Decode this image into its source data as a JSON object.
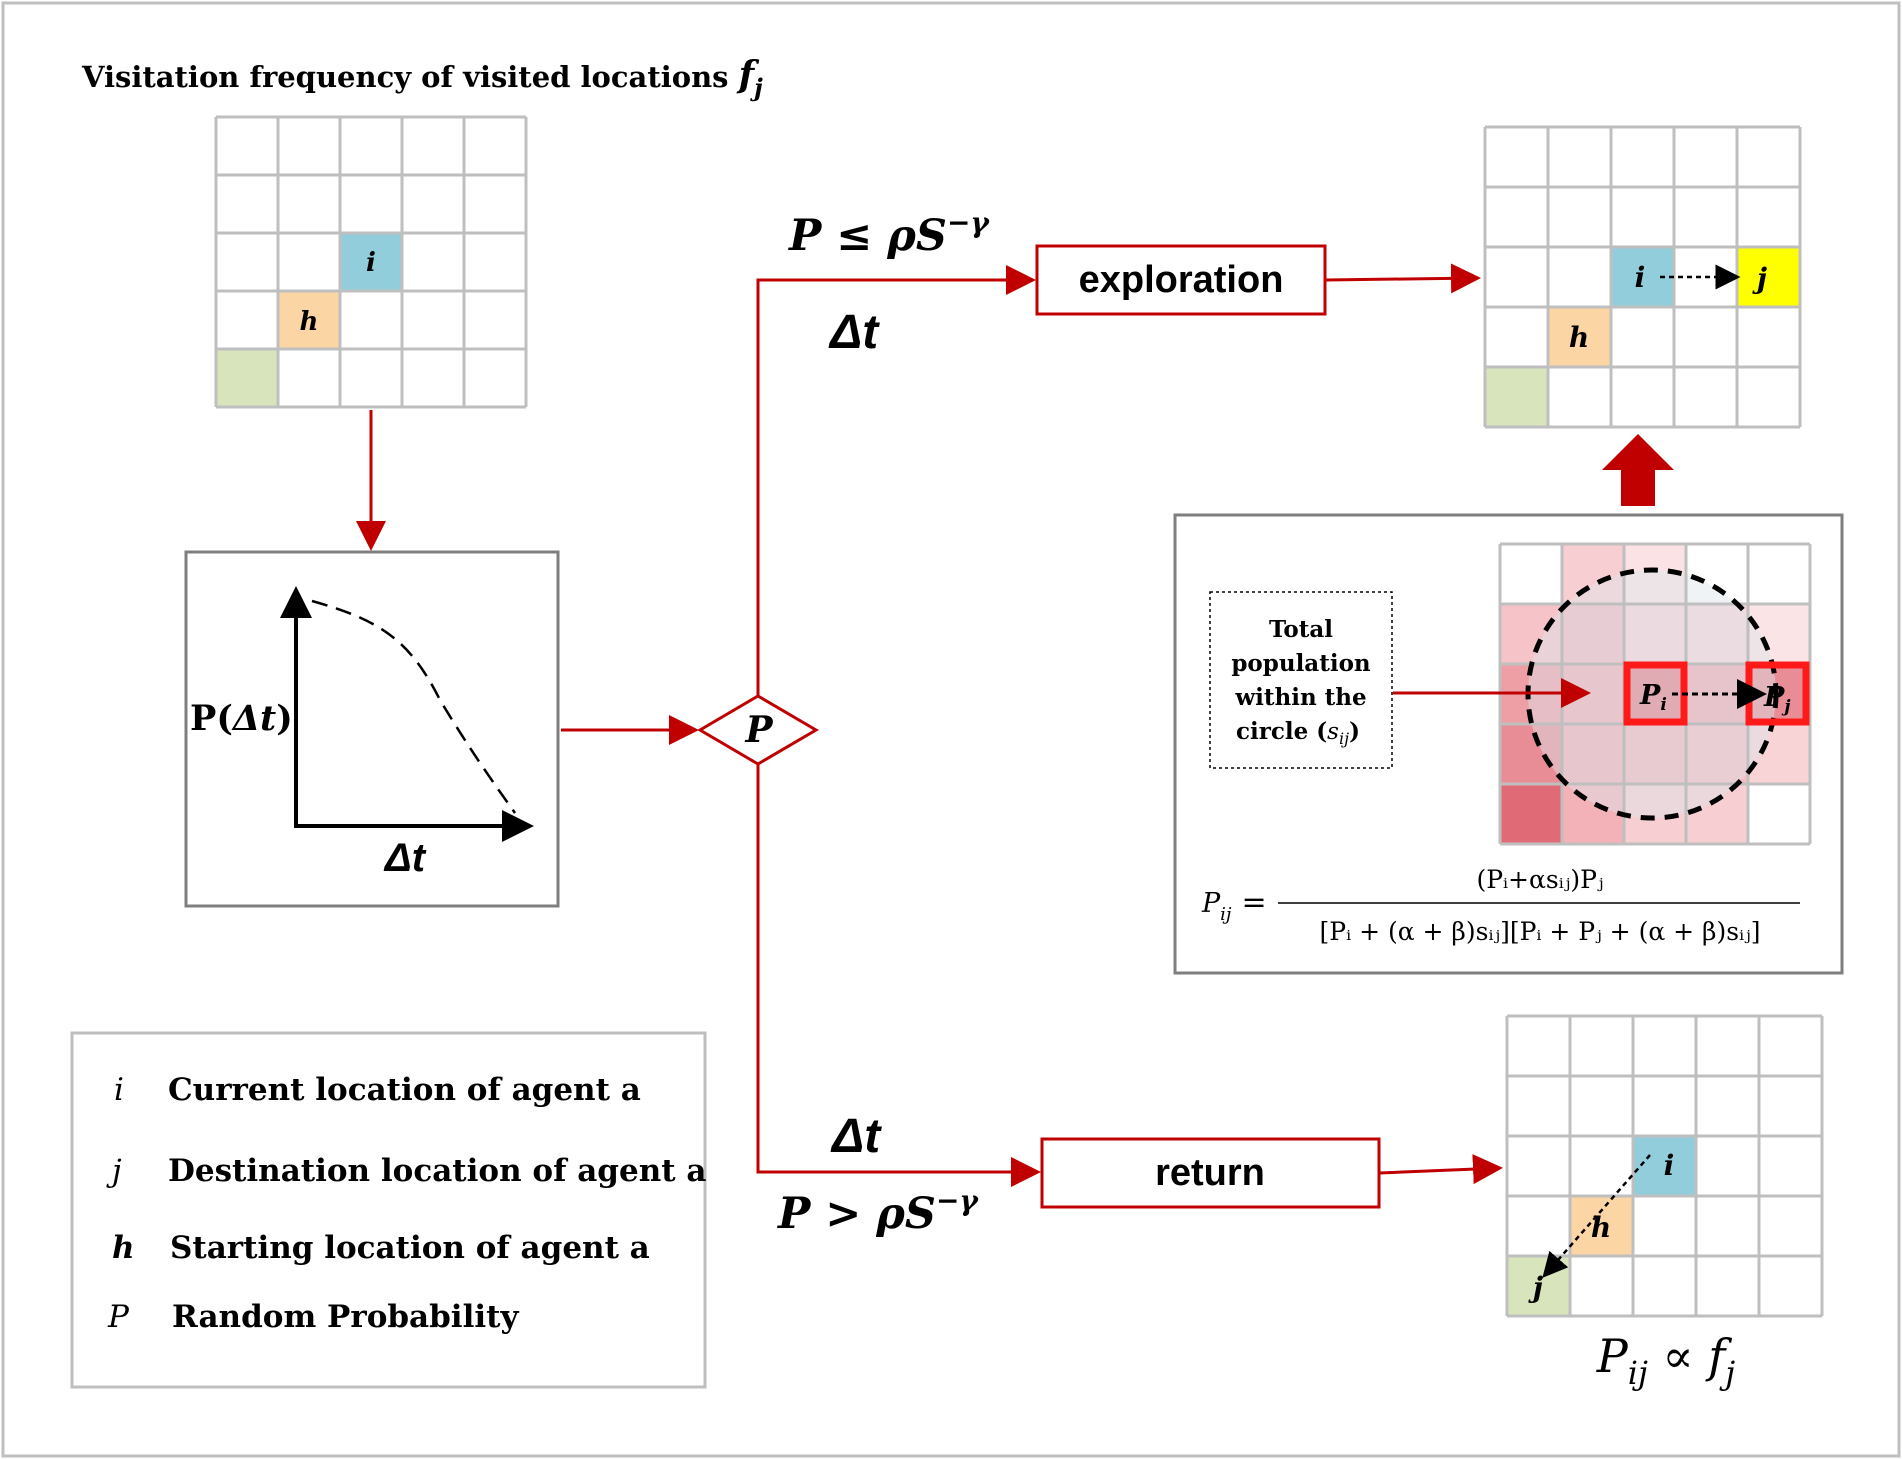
{
  "colors": {
    "red": "#c00000",
    "grid_line": "#bfbfbf",
    "box_border": "#7f7f7f",
    "blue_cell": "#92cddc",
    "orange_cell": "#fcd5a4",
    "green_cell": "#d7e4bc",
    "yellow_cell": "#ffff00",
    "highlight_red": "#ff1a1a"
  },
  "top_grid": {
    "title_text": "Visitation frequency of visited locations ",
    "title_symbol": "f",
    "title_subscript": "j",
    "label_i": "i",
    "label_h": "h"
  },
  "decay_chart": {
    "y_label": "P(",
    "y_label_symbol": "Δt",
    "y_label_close": ")",
    "x_label": "Δt"
  },
  "decision": {
    "label": "P"
  },
  "exploration_branch": {
    "condition_main": "P ≤ ρS",
    "condition_exponent": "−γ",
    "time_label": "Δt",
    "box_label": "exploration",
    "grid_label_i": "i",
    "grid_label_j": "j",
    "grid_label_h": "h"
  },
  "population_panel": {
    "note_lines": [
      "Total",
      "population",
      "within the",
      "circle ("
    ],
    "note_symbol": "s",
    "note_subscript": "ij",
    "note_close": ")",
    "label_Pi": "P",
    "label_Pi_sub": "i",
    "label_Pj": "P",
    "label_Pj_sub": "j",
    "formula_lhs": "P",
    "formula_lhs_sub": "ij",
    "formula_eq": "=",
    "formula_numerator": "(Pᵢ+αsᵢⱼ)Pⱼ",
    "formula_denominator": "[Pᵢ + (α + β)sᵢⱼ][Pᵢ + Pⱼ + (α + β)sᵢⱼ]"
  },
  "return_branch": {
    "time_label": "Δt",
    "condition_main": "P > ρS",
    "condition_exponent": "−γ",
    "box_label": "return",
    "grid_label_i": "i",
    "grid_label_h": "h",
    "grid_label_j": "j",
    "relation_lhs": "P",
    "relation_lhs_sub": "ij",
    "relation_op": " ∝ ",
    "relation_rhs": "f",
    "relation_rhs_sub": "j"
  },
  "legend": {
    "items": [
      {
        "symbol": "i",
        "text": "Current location of agent a"
      },
      {
        "symbol": "j",
        "text": "Destination location of agent a"
      },
      {
        "symbol": "h",
        "text": "Starting location of agent a"
      },
      {
        "symbol": "P",
        "text": "Random Probability"
      }
    ]
  }
}
